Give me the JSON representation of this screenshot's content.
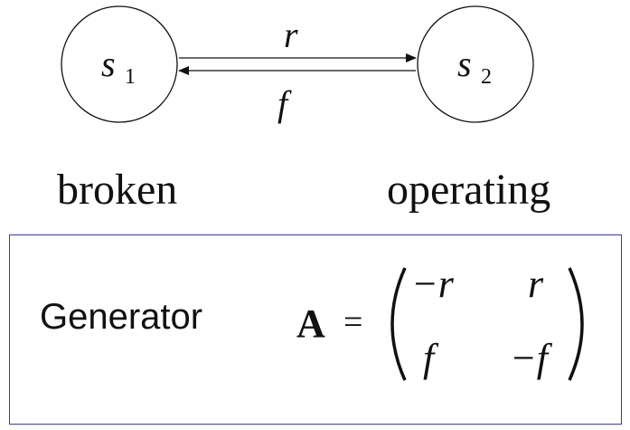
{
  "states": [
    {
      "symbol": "s",
      "subscript": "1",
      "name": "broken"
    },
    {
      "symbol": "s",
      "subscript": "2",
      "name": "operating"
    }
  ],
  "transitions": {
    "forward_label": "r",
    "backward_label": "f"
  },
  "generator": {
    "label": "Generator",
    "matrix_name": "A",
    "equals": "=",
    "rows": [
      [
        "−r",
        "r"
      ],
      [
        "f",
        "−f"
      ]
    ]
  }
}
